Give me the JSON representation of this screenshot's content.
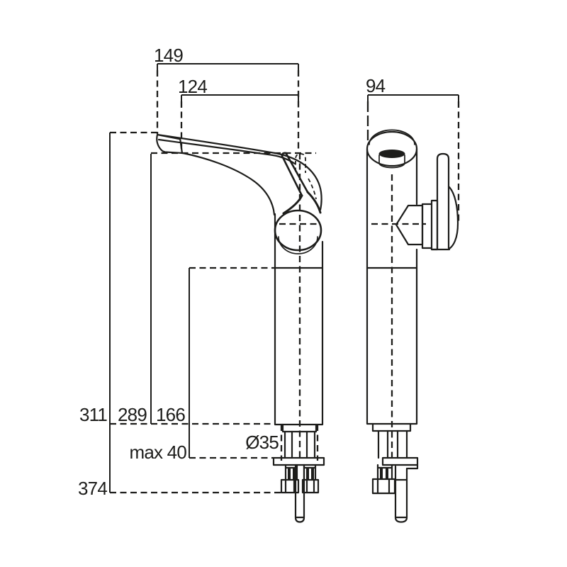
{
  "drawing": {
    "kind": "technical-dimension-drawing",
    "subject": "tall single-lever basin mixer tap, front and side elevations",
    "background_color": "#ffffff",
    "line_color": "#1d1d1b"
  },
  "dimensions": {
    "spout_reach_overall": "149",
    "spout_reach_outlet": "124",
    "body_depth": "94",
    "height_total_above_deck": "311",
    "height_spout_outlet": "289",
    "height_body_shoulder": "166",
    "deck_thickness_max": "max 40",
    "shank_diameter": "Ø35",
    "depth_below_overall": "374"
  }
}
